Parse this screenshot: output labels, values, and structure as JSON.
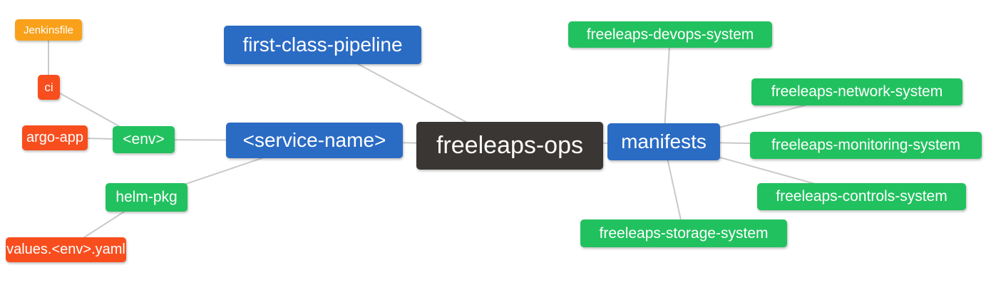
{
  "diagram": {
    "type": "mindmap",
    "root_label": "freeleaps-ops",
    "background_color": "#ffffff",
    "edge_color": "#c9c9c9",
    "palette": {
      "blue": "#2a6bc4",
      "green": "#22c15f",
      "orange_red": "#f84e1e",
      "amber": "#f9a11b",
      "dark": "#3a3633",
      "text": "#ffffff"
    }
  },
  "nodes": {
    "jenkinsfile": {
      "label": "Jenkinsfile",
      "color": "#f9a11b"
    },
    "ci": {
      "label": "ci",
      "color": "#f84e1e"
    },
    "argo_app": {
      "label": "argo-app",
      "color": "#f84e1e"
    },
    "env": {
      "label": "<env>",
      "color": "#22c15f"
    },
    "helm_pkg": {
      "label": "helm-pkg",
      "color": "#22c15f"
    },
    "values_env_yaml": {
      "label": "values.<env>.yaml",
      "color": "#f84e1e"
    },
    "first_class_pipeline": {
      "label": "first-class-pipeline",
      "color": "#2a6bc4"
    },
    "service_name": {
      "label": "<service-name>",
      "color": "#2a6bc4"
    },
    "freeleaps_ops": {
      "label": "freeleaps-ops",
      "color": "#3a3633"
    },
    "manifests": {
      "label": "manifests",
      "color": "#2a6bc4"
    },
    "devops_system": {
      "label": "freeleaps-devops-system",
      "color": "#22c15f"
    },
    "network_system": {
      "label": "freeleaps-network-system",
      "color": "#22c15f"
    },
    "monitoring_system": {
      "label": "freeleaps-monitoring-system",
      "color": "#22c15f"
    },
    "controls_system": {
      "label": "freeleaps-controls-system",
      "color": "#22c15f"
    },
    "storage_system": {
      "label": "freeleaps-storage-system",
      "color": "#22c15f"
    }
  },
  "edges": [
    {
      "from": "jenkinsfile",
      "to": "ci"
    },
    {
      "from": "ci",
      "to": "env"
    },
    {
      "from": "argo_app",
      "to": "env"
    },
    {
      "from": "env",
      "to": "service_name"
    },
    {
      "from": "helm_pkg",
      "to": "service_name"
    },
    {
      "from": "values_env_yaml",
      "to": "helm_pkg"
    },
    {
      "from": "service_name",
      "to": "freeleaps_ops"
    },
    {
      "from": "first_class_pipeline",
      "to": "freeleaps_ops"
    },
    {
      "from": "freeleaps_ops",
      "to": "manifests"
    },
    {
      "from": "manifests",
      "to": "devops_system"
    },
    {
      "from": "manifests",
      "to": "network_system"
    },
    {
      "from": "manifests",
      "to": "monitoring_system"
    },
    {
      "from": "manifests",
      "to": "controls_system"
    },
    {
      "from": "manifests",
      "to": "storage_system"
    }
  ]
}
